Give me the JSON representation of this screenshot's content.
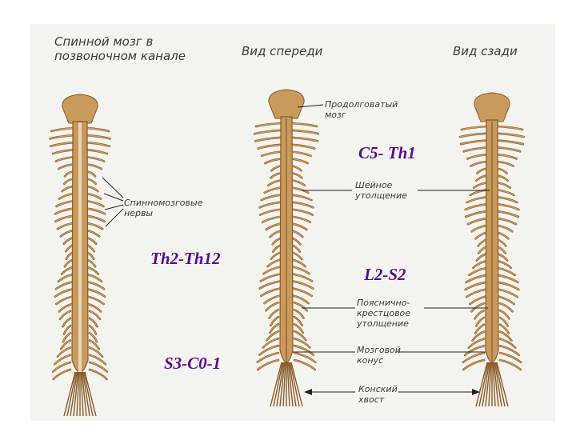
{
  "headers": {
    "left": [
      "Спинной мозг в",
      "позвоночном канале"
    ],
    "front": "Вид спереди",
    "back": "Вид сзади"
  },
  "annotations": {
    "medulla": [
      "Продолговатый",
      "мозг"
    ],
    "cervical": [
      "Шейное",
      "утолщение"
    ],
    "nerves": [
      "Спинномозговые",
      "нервы"
    ],
    "lumbosacral": [
      "Пояснично-",
      "крестцовое",
      "утолщение"
    ],
    "conus": [
      "Мозговой",
      "конус"
    ],
    "cauda": [
      "Конский",
      "хвост"
    ]
  },
  "segments": {
    "cervical": "C5- Th1",
    "thoracic": "Th2-Th12",
    "lumbar": "L2-S2",
    "sacral": "S3-C0-1"
  },
  "colors": {
    "segment_text": "#5a0c8c",
    "bone": "#c89a5c",
    "bone_dark": "#8a5a28",
    "cord": "#e8d8b8",
    "leader": "#222222",
    "panel": "#f3f3ef"
  }
}
